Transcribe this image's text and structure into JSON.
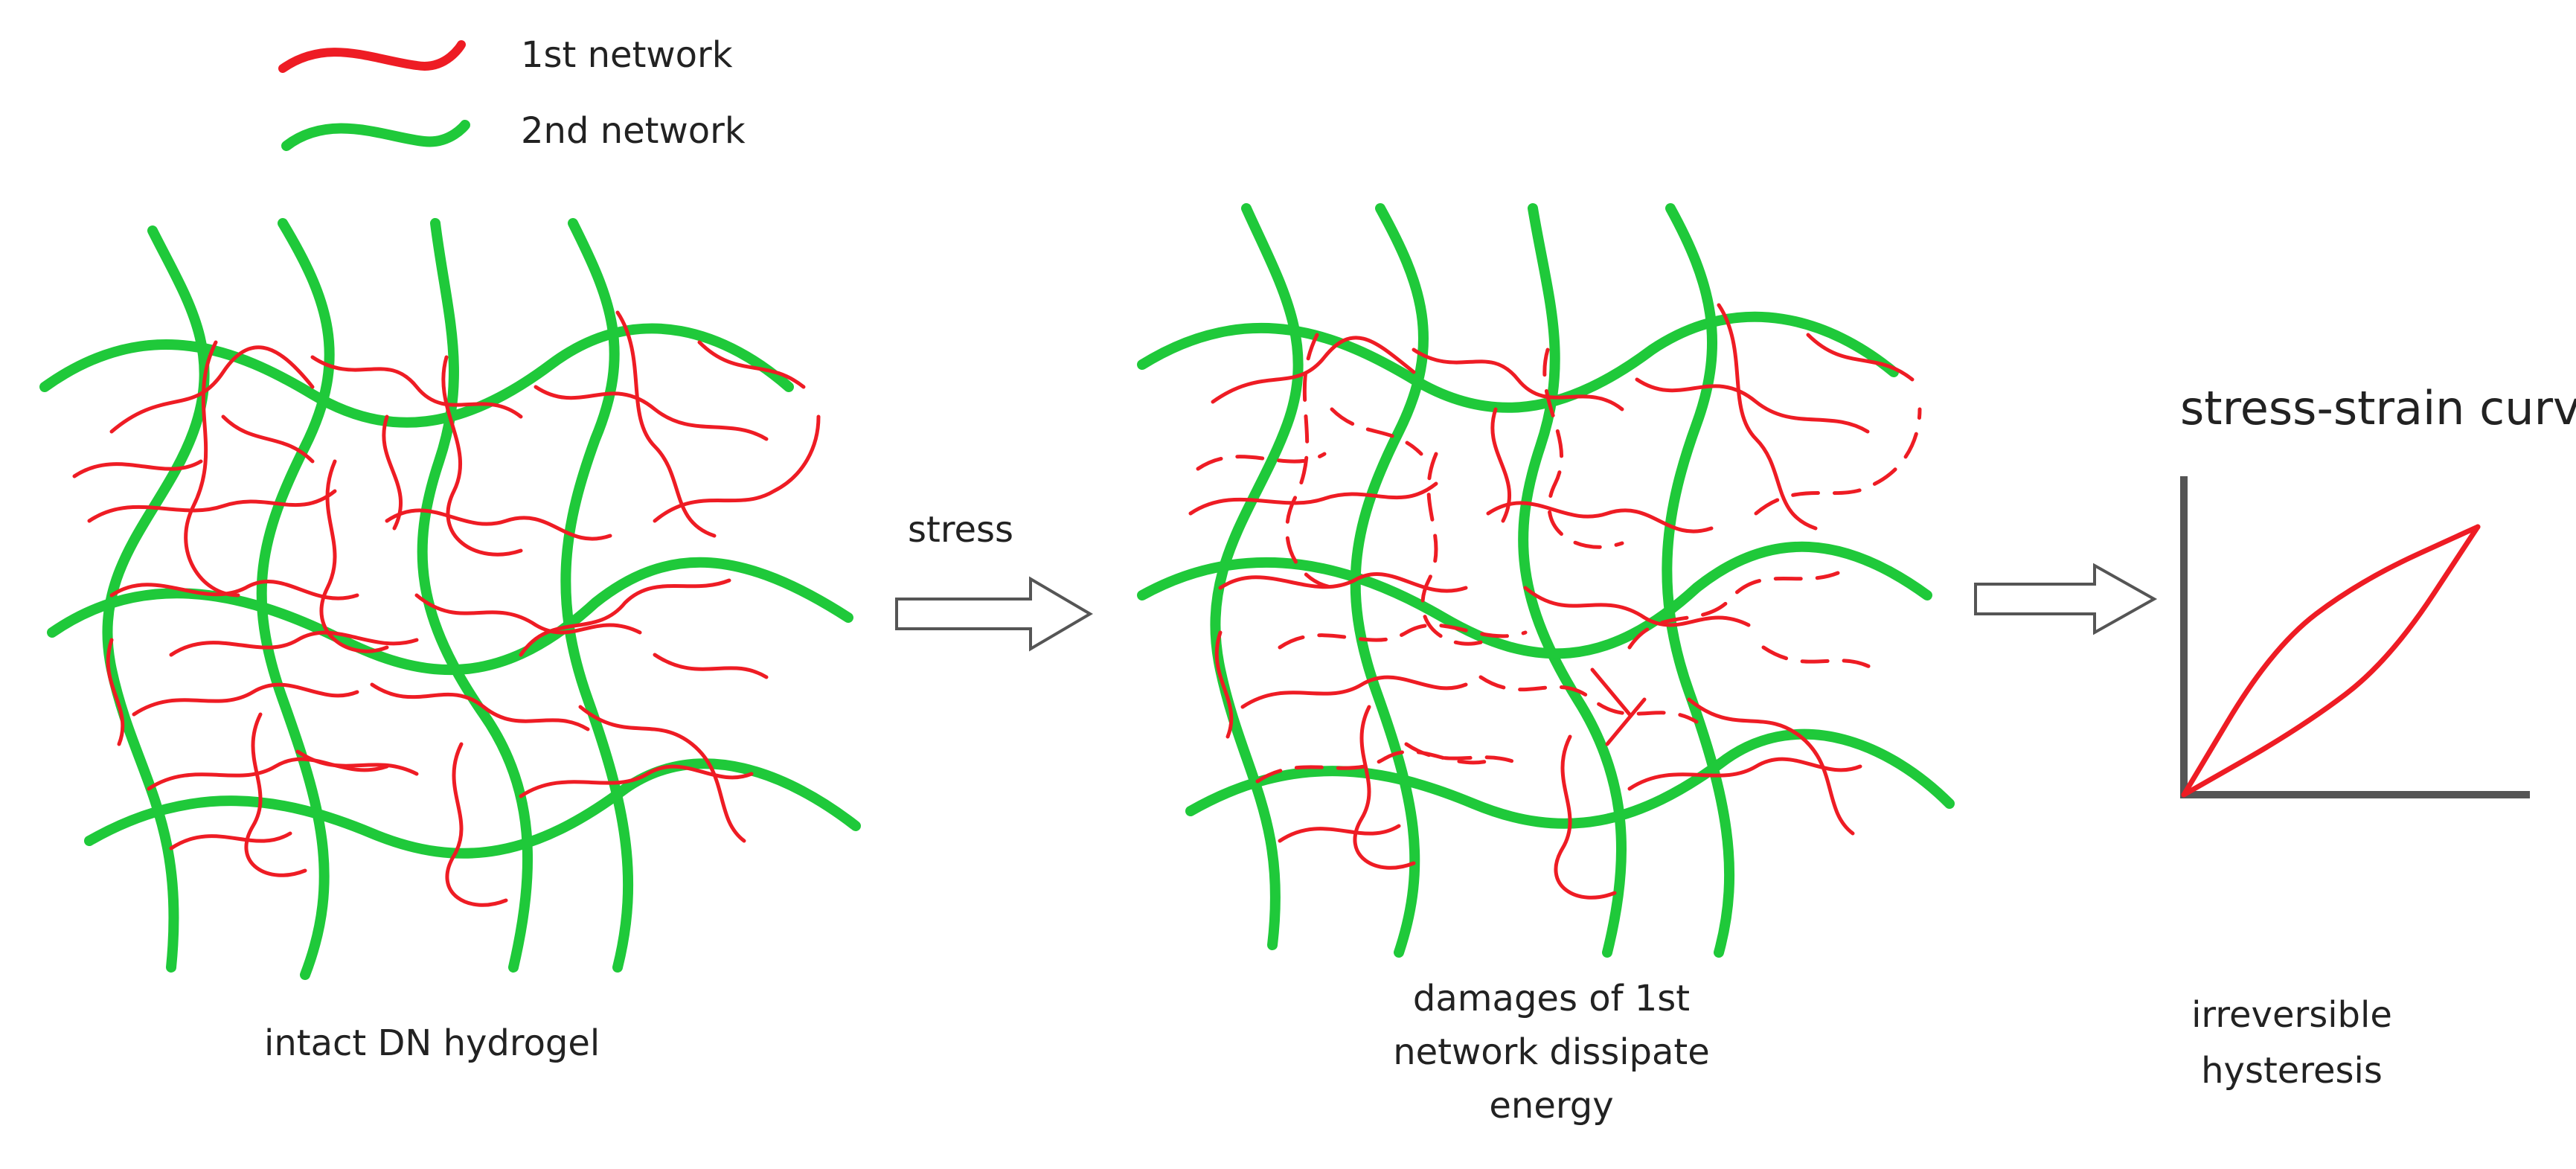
{
  "legend": {
    "first": {
      "label": "1st network",
      "color": "#ee1c24"
    },
    "second": {
      "label": "2nd network",
      "color": "#1fc93a"
    }
  },
  "arrow_label": "stress",
  "captions": {
    "intact": "intact DN hydrogel",
    "damaged": [
      "damages of 1st",
      "network dissipate",
      "energy"
    ],
    "hysteresis": [
      "irreversible",
      "hysteresis"
    ]
  },
  "chart_data": {
    "type": "line",
    "title": "stress-strain curve",
    "xlabel": "",
    "ylabel": "",
    "series": [
      {
        "values": [
          [
            0,
            0
          ],
          [
            0.3,
            0.55
          ],
          [
            0.6,
            0.8
          ],
          [
            1,
            1
          ]
        ]
      },
      {
        "values": [
          [
            0,
            0
          ],
          [
            0.4,
            0.25
          ],
          [
            0.7,
            0.5
          ],
          [
            1,
            1
          ]
        ]
      }
    ],
    "grid": false,
    "color": "#ee1c24"
  }
}
